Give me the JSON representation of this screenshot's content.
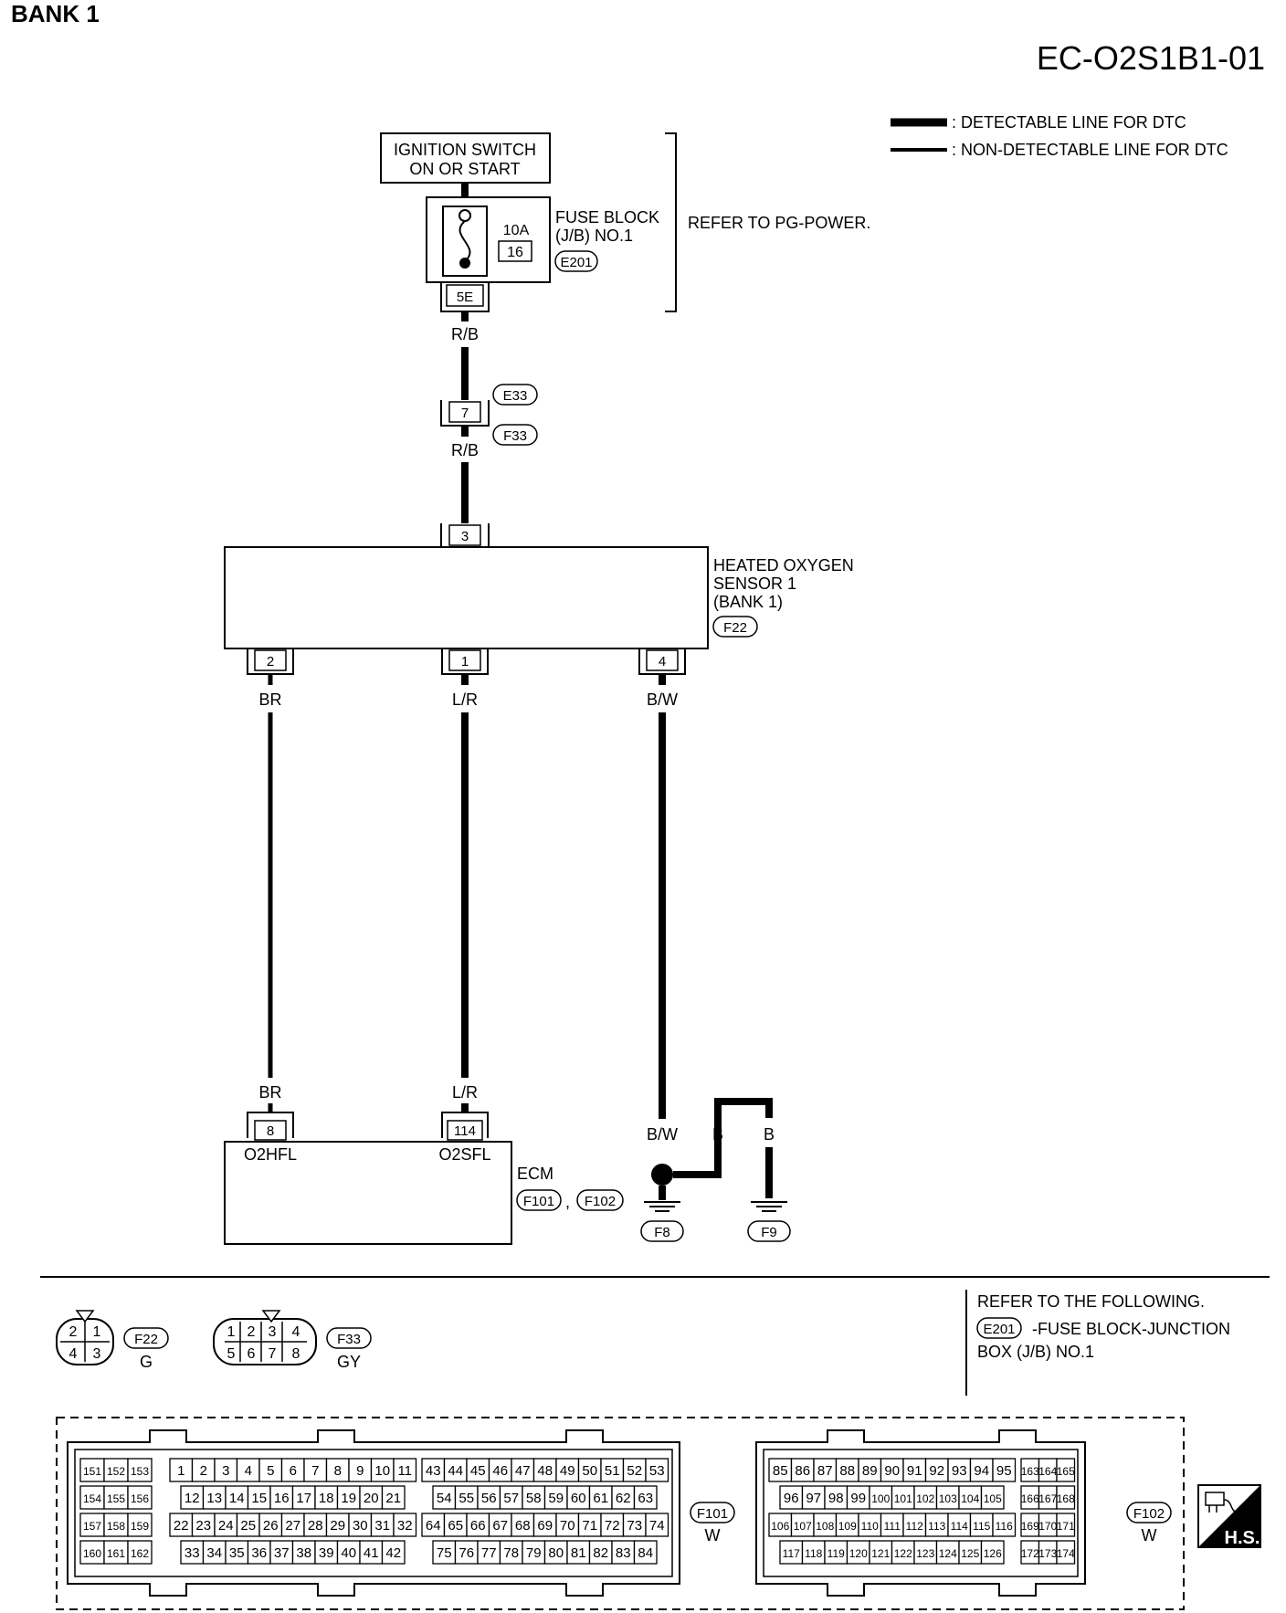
{
  "header": {
    "bank": "BANK 1",
    "code": "EC-O2S1B1-01"
  },
  "legend": {
    "detectable": ": DETECTABLE LINE FOR DTC",
    "non_detectable": ": NON-DETECTABLE LINE FOR DTC"
  },
  "ignition": {
    "line1": "IGNITION SWITCH",
    "line2": "ON OR START"
  },
  "fuse": {
    "amp": "10A",
    "number": "16",
    "label1": "FUSE BLOCK",
    "label2": "(J/B) NO.1",
    "connector": "E201",
    "pin": "5E",
    "refer": "REFER TO PG-POWER."
  },
  "wires": {
    "rb": "R/B",
    "br": "BR",
    "lr": "L/R",
    "bw": "B/W",
    "b": "B"
  },
  "joint": {
    "pin": "7",
    "top": "E33",
    "bottom": "F33"
  },
  "sensor": {
    "line1": "HEATED OXYGEN",
    "line2": "SENSOR 1",
    "line3": "(BANK 1)",
    "connector": "F22",
    "pin_top": "3",
    "pin_a": "2",
    "pin_b": "1",
    "pin_c": "4"
  },
  "ecm": {
    "label": "ECM",
    "pin_a": "8",
    "pin_b": "114",
    "term_a": "O2HFL",
    "term_b": "O2SFL",
    "conn1": "F101",
    "conn2": "F102",
    "sep": ","
  },
  "grounds": {
    "g1": "F8",
    "g2": "F9"
  },
  "conn_f22": {
    "id": "F22",
    "color": "G",
    "pins": [
      "2",
      "1",
      "4",
      "3"
    ]
  },
  "conn_f33": {
    "id": "F33",
    "color": "GY",
    "pins": [
      "1",
      "2",
      "3",
      "4",
      "5",
      "6",
      "7",
      "8"
    ]
  },
  "refer": {
    "line1": "REFER TO THE FOLLOWING.",
    "e201": "E201",
    "line2": "-FUSE BLOCK-JUNCTION",
    "line3": "BOX (J/B) NO.1"
  },
  "ecm_connectors": {
    "f101": {
      "id": "F101",
      "color": "W",
      "rows": [
        [
          "151",
          "152",
          "153"
        ],
        [
          "154",
          "155",
          "156"
        ],
        [
          "157",
          "158",
          "159"
        ],
        [
          "160",
          "161",
          "162"
        ],
        [
          "1",
          "2",
          "3",
          "4",
          "5",
          "6",
          "7",
          "8",
          "9",
          "10",
          "11"
        ],
        [
          "12",
          "13",
          "14",
          "15",
          "16",
          "17",
          "18",
          "19",
          "20",
          "21"
        ],
        [
          "22",
          "23",
          "24",
          "25",
          "26",
          "27",
          "28",
          "29",
          "30",
          "31",
          "32"
        ],
        [
          "33",
          "34",
          "35",
          "36",
          "37",
          "38",
          "39",
          "40",
          "41",
          "42"
        ],
        [
          "43",
          "44",
          "45",
          "46",
          "47",
          "48",
          "49",
          "50",
          "51",
          "52",
          "53"
        ],
        [
          "54",
          "55",
          "56",
          "57",
          "58",
          "59",
          "60",
          "61",
          "62",
          "63"
        ],
        [
          "64",
          "65",
          "66",
          "67",
          "68",
          "69",
          "70",
          "71",
          "72",
          "73",
          "74"
        ],
        [
          "75",
          "76",
          "77",
          "78",
          "79",
          "80",
          "81",
          "82",
          "83",
          "84"
        ]
      ]
    },
    "f102": {
      "id": "F102",
      "color": "W",
      "rows": [
        [
          "85",
          "86",
          "87",
          "88",
          "89",
          "90",
          "91",
          "92",
          "93",
          "94",
          "95"
        ],
        [
          "96",
          "97",
          "98",
          "99",
          "100",
          "101",
          "102",
          "103",
          "104",
          "105"
        ],
        [
          "106",
          "107",
          "108",
          "109",
          "110",
          "111",
          "112",
          "113",
          "114",
          "115",
          "116"
        ],
        [
          "117",
          "118",
          "119",
          "120",
          "121",
          "122",
          "123",
          "124",
          "125",
          "126"
        ],
        [
          "163",
          "164",
          "165"
        ],
        [
          "166",
          "167",
          "168"
        ],
        [
          "169",
          "170",
          "171"
        ],
        [
          "172",
          "173",
          "174"
        ]
      ]
    }
  },
  "hs_badge": "H.S."
}
